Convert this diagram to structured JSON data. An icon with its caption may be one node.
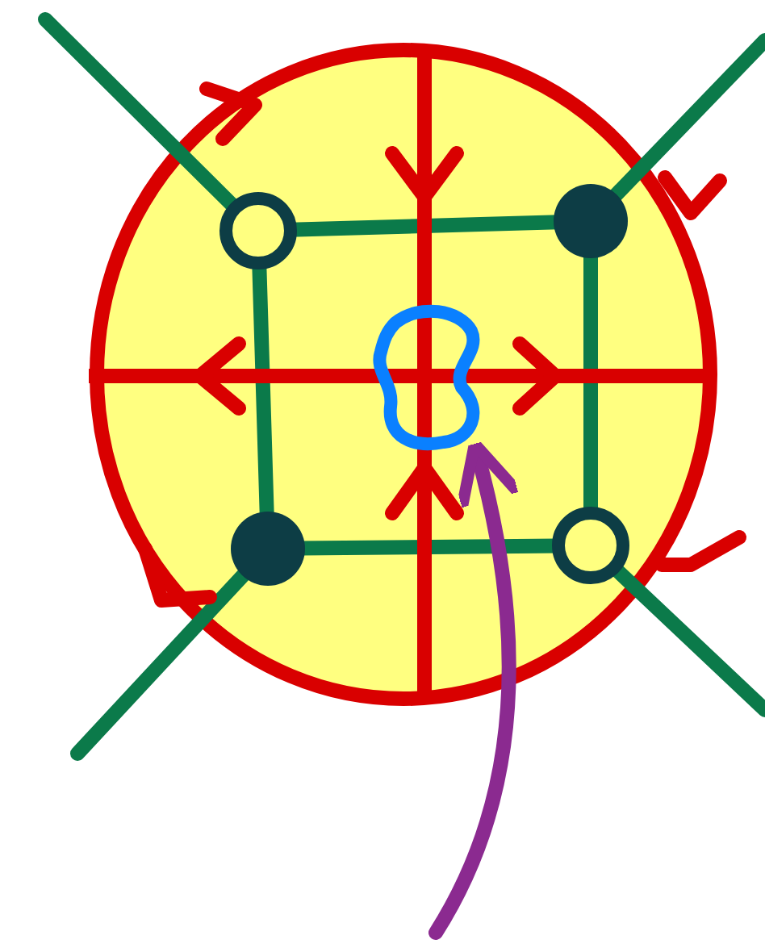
{
  "diagram": {
    "nodes": [
      {
        "text": [],
        "shape": "circle"
      },
      {
        "text": [],
        "shape": "dot"
      },
      {
        "text": [],
        "shape": "dot"
      },
      {
        "text": [],
        "shape": "circle"
      },
      {
        "text": [],
        "shape": "loop"
      }
    ],
    "edges": [
      {
        "from": 0,
        "to": 1,
        "arrow": "none"
      },
      {
        "from": 0,
        "to": 2,
        "arrow": "none"
      },
      {
        "from": 1,
        "to": 3,
        "arrow": "none"
      },
      {
        "from": 2,
        "to": 3,
        "arrow": "none"
      },
      {
        "from": 0,
        "to": null,
        "arrow": "none"
      },
      {
        "from": 1,
        "to": null,
        "arrow": "none"
      },
      {
        "from": 2,
        "to": null,
        "arrow": "none"
      },
      {
        "from": 3,
        "to": null,
        "arrow": "none"
      },
      {
        "from": null,
        "to": 4,
        "arrow": "to",
        "color": "#8b2a90"
      }
    ]
  }
}
